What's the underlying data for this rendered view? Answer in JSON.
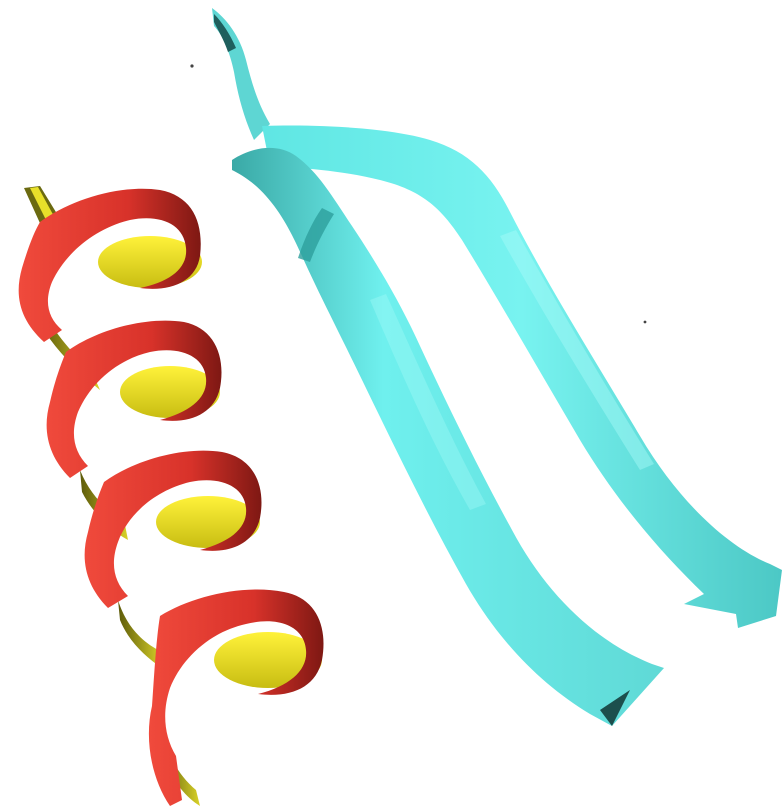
{
  "figure": {
    "background": "#ffffff",
    "elements": [
      {
        "name": "alpha-helix",
        "kind": "helix-ribbon",
        "turns": 4,
        "colors": {
          "outer": "#e8392f",
          "outer_shade": "#8f1d16",
          "inner": "#f2e62a",
          "inner_shade": "#8c8a10"
        }
      },
      {
        "name": "beta-hairpin",
        "kind": "strand-ribbon",
        "strands": 2,
        "colors": {
          "main": "#6ff0ee",
          "light": "#a8fbf8",
          "shade": "#2d9f9c"
        }
      }
    ]
  }
}
